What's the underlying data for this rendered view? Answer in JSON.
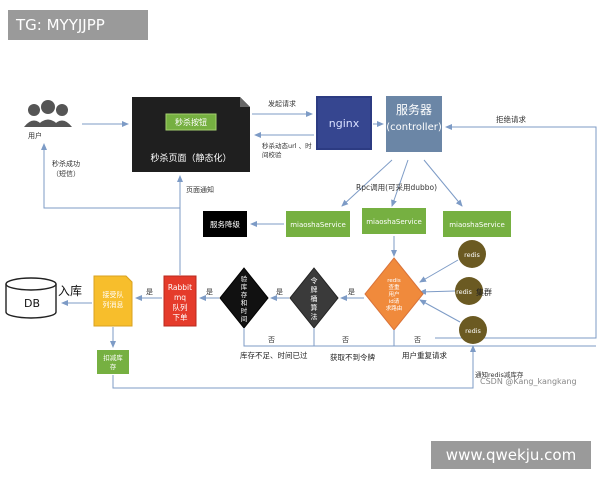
{
  "watermarks": {
    "top": "TG: MYYJJPP",
    "bottom": "www.qwekju.com",
    "csdn": "CSDN @Kang_kangkang"
  },
  "nodes": {
    "user": "用户",
    "seckill_button": "秒杀按钮",
    "seckill_page": "秒杀页面（静态化）",
    "nginx": "nginx",
    "server_title": "服务器",
    "server_sub": "(controller)",
    "degrade": "服务降级",
    "svc1": "miaoshaService",
    "svc2": "miaoshaService",
    "svc3": "miaoshaService",
    "redis1": "redis",
    "redis2": "redis",
    "redis3": "redis",
    "redis_cluster": "集群",
    "diamond_orange": [
      "redis",
      "查重",
      "用户",
      "id请",
      "求路由"
    ],
    "token_bucket": [
      "令",
      "牌",
      "桶",
      "算",
      "法"
    ],
    "stock_check": [
      "验",
      "库",
      "存",
      "和",
      "时",
      "间"
    ],
    "rabbit": [
      "Rabbit",
      "mq",
      "队列",
      "下单"
    ],
    "consume": [
      "接受队",
      "列消息"
    ],
    "reduce_stock": [
      "扣减库",
      "存"
    ],
    "db": "DB",
    "storage": "入库"
  },
  "edges": {
    "send_request": "发起请求",
    "dynamic_url": [
      "秒杀动态url 、时",
      "间校验"
    ],
    "reject": "拒绝请求",
    "success": [
      "秒杀成功",
      "（短信）"
    ],
    "page_notify": "页面通知",
    "rpc": "Rpc调用(可采用dubbo)",
    "yes1": "是",
    "yes2": "是",
    "yes3": "是",
    "yes4": "是",
    "no1": "否",
    "no2": "否",
    "no3": "否",
    "no1_desc": "库存不足、时间已过",
    "no2_desc": "获取不到令牌",
    "no3_desc": "用户重复请求",
    "notify_redis": "通知redis减库存"
  },
  "colors": {
    "green": "#76b041",
    "dark": "#1f1f1f",
    "blue": "#6b86a6",
    "orange": "#f08a3c",
    "red": "#e53b2b",
    "yellow": "#f7be2c",
    "olive": "#6b5a22",
    "line": "#7d9bc6"
  }
}
